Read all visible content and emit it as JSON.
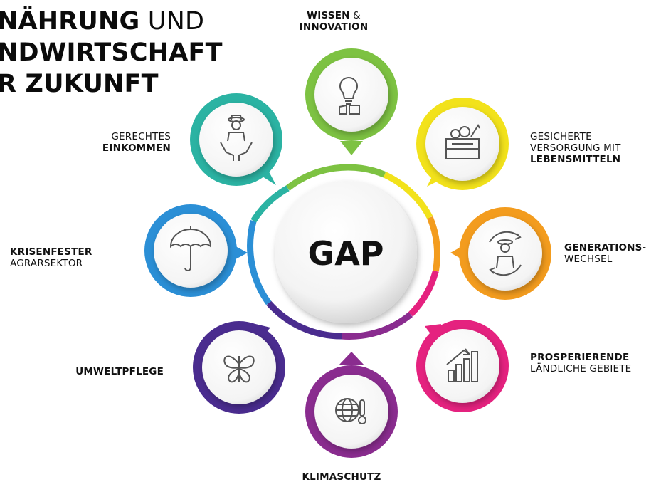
{
  "title": {
    "line1_bold": "NÄHRUNG",
    "line1_rest": " UND",
    "line2": "NDWIRTSCHAFT",
    "line3": "R ZUKUNFT"
  },
  "center_label": "GAP",
  "objectives": {
    "wissen": {
      "l1_bold": "WISSEN",
      "l1_rest": " &",
      "l2_bold": "INNOVATION",
      "icon": "lightbulb-icon",
      "color": "#7dc242"
    },
    "versorgung": {
      "l1": "GESICHERTE",
      "l2": "VERSORGUNG MIT",
      "l3_bold": "LEBENSMITTELN",
      "icon": "crate-icon",
      "color": "#f2e21b"
    },
    "generation": {
      "l1_bold": "GENERATIONS-",
      "l2": "WECHSEL",
      "icon": "farmer-cycle-icon",
      "color": "#f39c1e"
    },
    "laendlich": {
      "l1_bold": "PROSPERIERENDE",
      "l2": "LÄNDLICHE GEBIETE",
      "icon": "growth-chart-icon",
      "color": "#e5227f"
    },
    "klima": {
      "l1_bold": "KLIMASCHUTZ",
      "icon": "globe-thermometer-icon",
      "color": "#8a2c8f"
    },
    "umwelt": {
      "l1_bold": "UMWELTPFLEGE",
      "icon": "butterfly-icon",
      "color": "#4a2c8f"
    },
    "krise": {
      "l1_bold": "KRISENFESTER",
      "l2": "AGRARSEKTOR",
      "icon": "umbrella-icon",
      "color": "#2b8fd6"
    },
    "einkommen": {
      "l1": "GERECHTES",
      "l2_bold": "EINKOMMEN",
      "icon": "farmer-hands-icon",
      "color": "#2bb3a3"
    }
  }
}
